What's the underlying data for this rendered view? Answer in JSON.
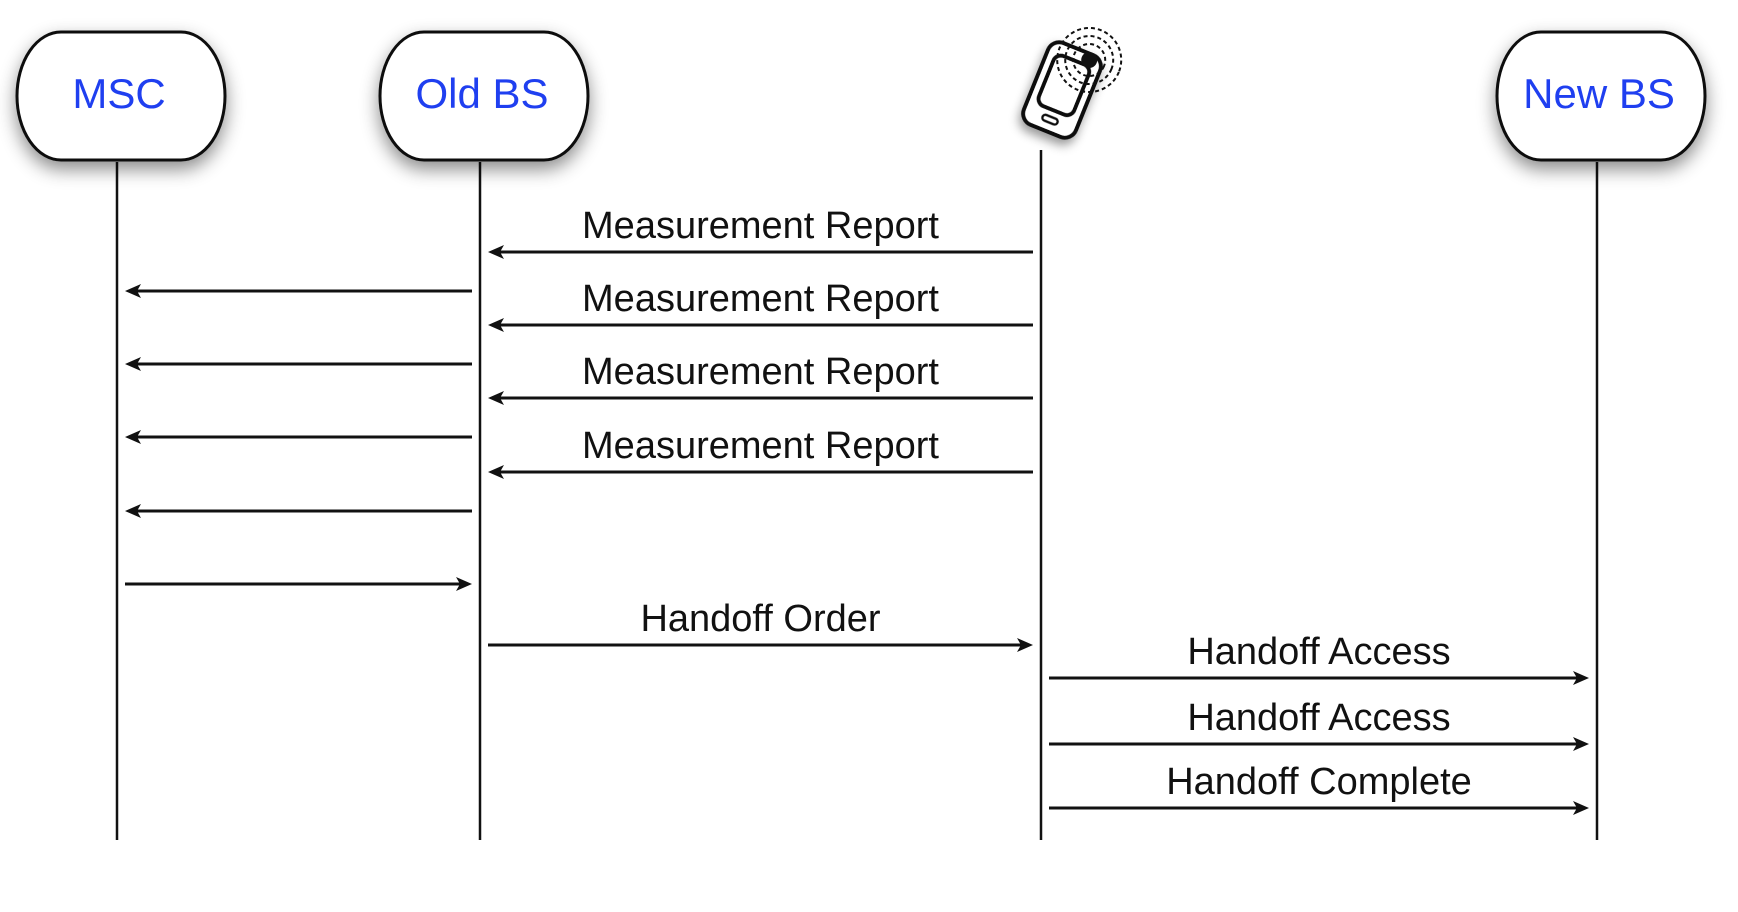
{
  "entities": [
    {
      "id": "msc",
      "label": "MSC"
    },
    {
      "id": "old_bs",
      "label": "Old BS"
    },
    {
      "id": "mobile",
      "label": "",
      "icon": "mobile-phone-signal-icon"
    },
    {
      "id": "new_bs",
      "label": "New BS"
    }
  ],
  "messages": [
    {
      "from": "mobile",
      "to": "old_bs",
      "label": "Measurement Report"
    },
    {
      "from": "old_bs",
      "to": "msc",
      "label": ""
    },
    {
      "from": "mobile",
      "to": "old_bs",
      "label": "Measurement Report"
    },
    {
      "from": "old_bs",
      "to": "msc",
      "label": ""
    },
    {
      "from": "mobile",
      "to": "old_bs",
      "label": "Measurement Report"
    },
    {
      "from": "old_bs",
      "to": "msc",
      "label": ""
    },
    {
      "from": "mobile",
      "to": "old_bs",
      "label": "Measurement Report"
    },
    {
      "from": "old_bs",
      "to": "msc",
      "label": ""
    },
    {
      "from": "msc",
      "to": "old_bs",
      "label": ""
    },
    {
      "from": "old_bs",
      "to": "mobile",
      "label": "Handoff Order"
    },
    {
      "from": "mobile",
      "to": "new_bs",
      "label": "Handoff Access"
    },
    {
      "from": "mobile",
      "to": "new_bs",
      "label": "Handoff Access"
    },
    {
      "from": "mobile",
      "to": "new_bs",
      "label": "Handoff Complete"
    }
  ],
  "colors": {
    "entity_text": "#1f3ff0",
    "line": "#111111",
    "box_fill": "#ffffff"
  }
}
